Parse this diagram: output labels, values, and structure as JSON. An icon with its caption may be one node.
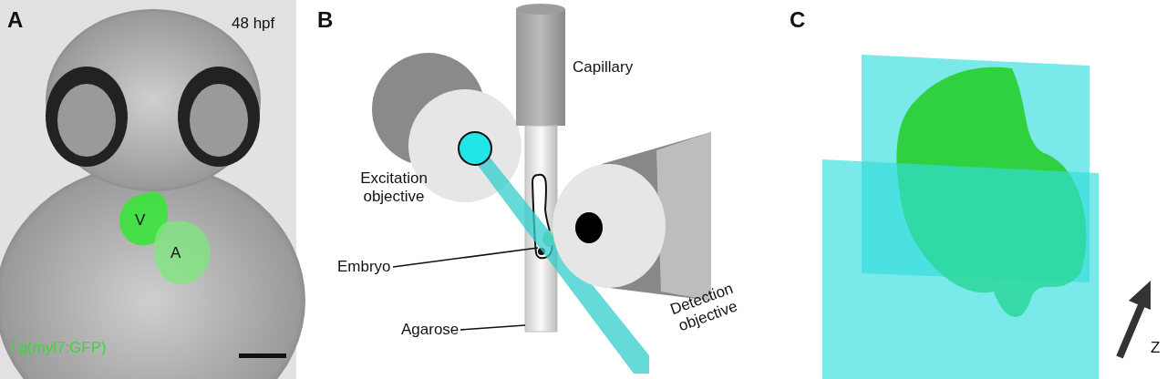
{
  "diagram": {
    "nodes": [
      {
        "text": [
          "Embryo"
        ]
      },
      {
        "text": [],
        "shape": "picture",
        "in": 3
      },
      {
        "text": [
          "Agarose"
        ]
      },
      {
        "text": [],
        "shape": "cylinder"
      }
    ],
    "edges": [
      {
        "from": 0,
        "to": 1,
        "arrow": "none"
      },
      {
        "from": 2,
        "to": 3,
        "arrow": "none"
      }
    ],
    "labels": [
      "A",
      "48 hpf",
      "V",
      "A",
      "Tg(myl7:GFP)",
      "B",
      "Capillary",
      "Excitation objective",
      "Detection objective",
      "C",
      "Z"
    ]
  }
}
